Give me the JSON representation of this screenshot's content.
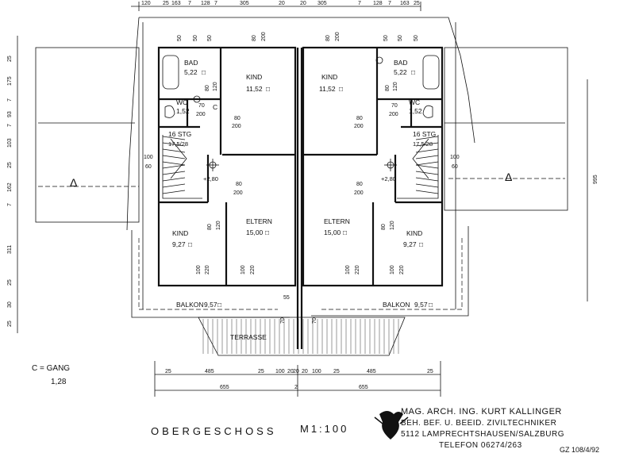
{
  "plan": {
    "title": "OBERGESCHOSS",
    "scale": "M1:100",
    "legend_symbol": "C = GANG",
    "legend_area": "1,28",
    "rooms_left": {
      "bad": {
        "name": "BAD",
        "area": "5,22"
      },
      "wc": {
        "name": "WC",
        "area": "1,52"
      },
      "kind_top": {
        "name": "KIND",
        "area": "11,52"
      },
      "stg": {
        "name": "16 STG",
        "ratio": "17,5/28"
      },
      "kind_bottom": {
        "name": "KIND",
        "area": "9,27"
      },
      "eltern": {
        "name": "ELTERN",
        "area": "15,00"
      },
      "balkon": {
        "name": "BALKON",
        "area": "9,57"
      },
      "level": "+2,80"
    },
    "rooms_right": {
      "bad": {
        "name": "BAD",
        "area": "5,22"
      },
      "wc": {
        "name": "WC",
        "area": "1,52"
      },
      "kind_top": {
        "name": "KIND",
        "area": "11,52"
      },
      "stg": {
        "name": "16 STG",
        "ratio": "17,5/28"
      },
      "kind_bottom": {
        "name": "KIND",
        "area": "9,27"
      },
      "eltern": {
        "name": "ELTERN",
        "area": "15,00"
      },
      "balkon": {
        "name": "BALKON",
        "area": "9,57"
      },
      "level": "+2,80"
    },
    "terrasse": "TERRASSE",
    "area_unit": "□",
    "door_label": {
      "w": "80",
      "h": "200"
    },
    "window_label": {
      "w": "100",
      "h": "60"
    },
    "wc_door": {
      "w": "70",
      "h": "200"
    },
    "bad_door": {
      "w": "80",
      "h": "200"
    },
    "gang_symbol": "C",
    "window_bottom": {
      "w": "100",
      "h": "220"
    },
    "small_window": "50",
    "top_window": "80",
    "balkon_dim": "55",
    "terrace_dim": "70",
    "kind_window": {
      "w": "80",
      "h": "120"
    },
    "top_dims": [
      "120",
      "25",
      "163",
      "7",
      "128",
      "7",
      "305",
      "20",
      "20",
      "305",
      "7",
      "128",
      "7",
      "163",
      "25"
    ],
    "left_dims": [
      "25",
      "175",
      "7",
      "93",
      "7",
      "103",
      "25",
      "162",
      "7",
      "311",
      "25",
      "30",
      "25"
    ],
    "right_dim": "995",
    "bottom_dims_row1_left": [
      "25",
      "485",
      "25",
      "100",
      "20",
      "20"
    ],
    "bottom_dims_row1_right": [
      "20",
      "100",
      "25",
      "485",
      "25"
    ],
    "bottom_dims_row2": [
      "655",
      "2",
      "655"
    ],
    "markers": [
      "Δ",
      "Δ"
    ]
  },
  "title_block": {
    "line1": "MAG. ARCH. ING. KURT KALLINGER",
    "line2": "BEH. BEF. U. BEEID. ZIVILTECHNIKER",
    "line3": "5112 LAMPRECHTSHAUSEN/SALZBURG",
    "line4": "TELEFON 06274/263",
    "ref": "GZ 108/4/92"
  }
}
